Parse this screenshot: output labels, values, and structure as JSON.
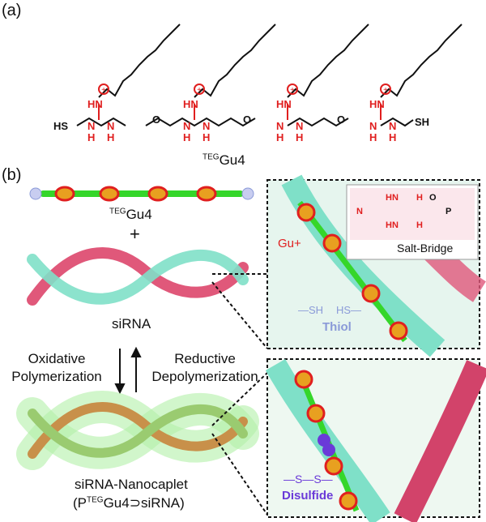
{
  "panel_a": {
    "label": "(a)",
    "compound_sup": "TEG",
    "compound_main": "Gu4",
    "sh_left": "HS",
    "sh_right": "SH",
    "hn": "HN",
    "h": "H",
    "n": "N",
    "o": "O",
    "plus": "+"
  },
  "panel_b": {
    "label": "(b)",
    "top_molecule_sup": "TEG",
    "top_molecule_main": "Gu4",
    "plus_sign": "+",
    "sirna_label": "siRNA",
    "oxidative_label_1": "Oxidative",
    "oxidative_label_2": "Polymerization",
    "reductive_label_1": "Reductive",
    "reductive_label_2": "Depolymerization",
    "nanocaplet_label": "siRNA-Nanocaplet",
    "nanocaplet_formula_pre": "(P",
    "nanocaplet_formula_sup": "TEG",
    "nanocaplet_formula_post": "Gu4⊃siRNA)",
    "inset_top": {
      "gu_label": "Gu+",
      "salt_bridge": "Salt-Bridge",
      "sh_label": "—SH",
      "hs_label": "HS—",
      "thiol": "Thiol",
      "chem_hn1": "HN",
      "chem_hn2": "HN",
      "chem_h1": "H",
      "chem_h2": "H",
      "chem_n": "N",
      "chem_p": "P",
      "chem_o": "O"
    },
    "inset_bottom": {
      "ss_label": "—S—S—",
      "disulfide": "Disulfide"
    }
  },
  "colors": {
    "guanidinium_red": "#e01f1f",
    "linker_green": "#35d62a",
    "rna_pink": "#e0587a",
    "rna_cyan": "#7fe0c8",
    "thiol_blue": "#8a9ad8",
    "disulfide_purple": "#6a3ad8"
  }
}
